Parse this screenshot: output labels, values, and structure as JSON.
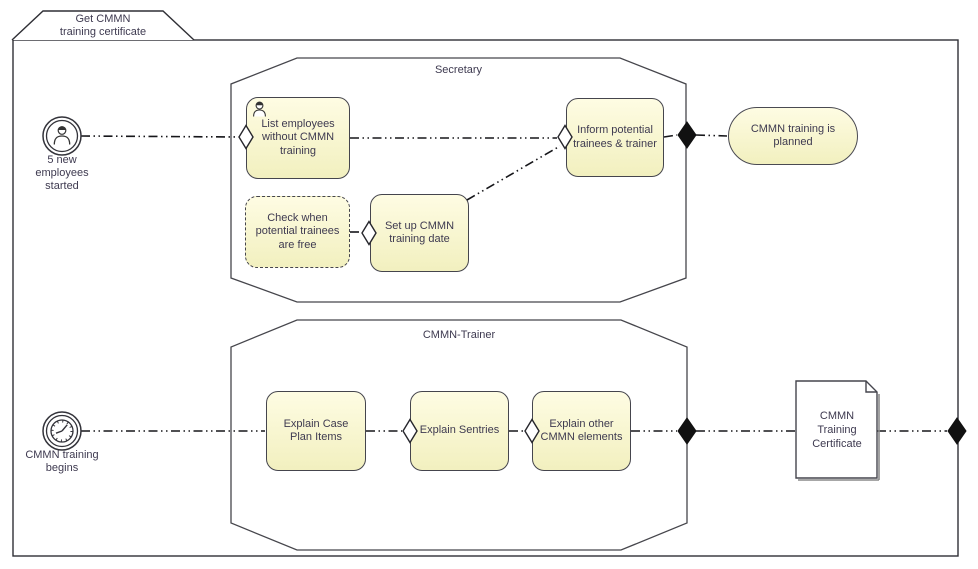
{
  "case": {
    "tab_line1": "Get CMMN",
    "tab_line2": "training certificate"
  },
  "stages": {
    "secretary": "Secretary",
    "trainer": "CMMN-Trainer"
  },
  "events": {
    "new_employees": "5 new employees started",
    "training_begins": "CMMN training begins"
  },
  "tasks": {
    "list_employees": "List employees without CMMN training",
    "check_trainees": "Check when potential trainees are free",
    "setup_date": "Set up CMMN training date",
    "inform": "Inform potential trainees & trainer",
    "explain_case_plan": "Explain Case Plan Items",
    "explain_sentries": "Explain Sentries",
    "explain_other": "Explain other CMMN elements"
  },
  "milestone": "CMMN training is planned",
  "case_file": "CMMN Training Certificate",
  "icons": {
    "event_new_employees": "person-event-icon",
    "event_training_begins": "timer-event-icon",
    "task_list_employees": "human-task-icon"
  },
  "colors": {
    "task_fill_top": "#fefce3",
    "task_fill_bottom": "#f2f0bf",
    "outline": "#3c3c43",
    "text": "#3e3a50",
    "sentry_fill": "#ffffff",
    "exit_criterion_fill": "#111111"
  }
}
